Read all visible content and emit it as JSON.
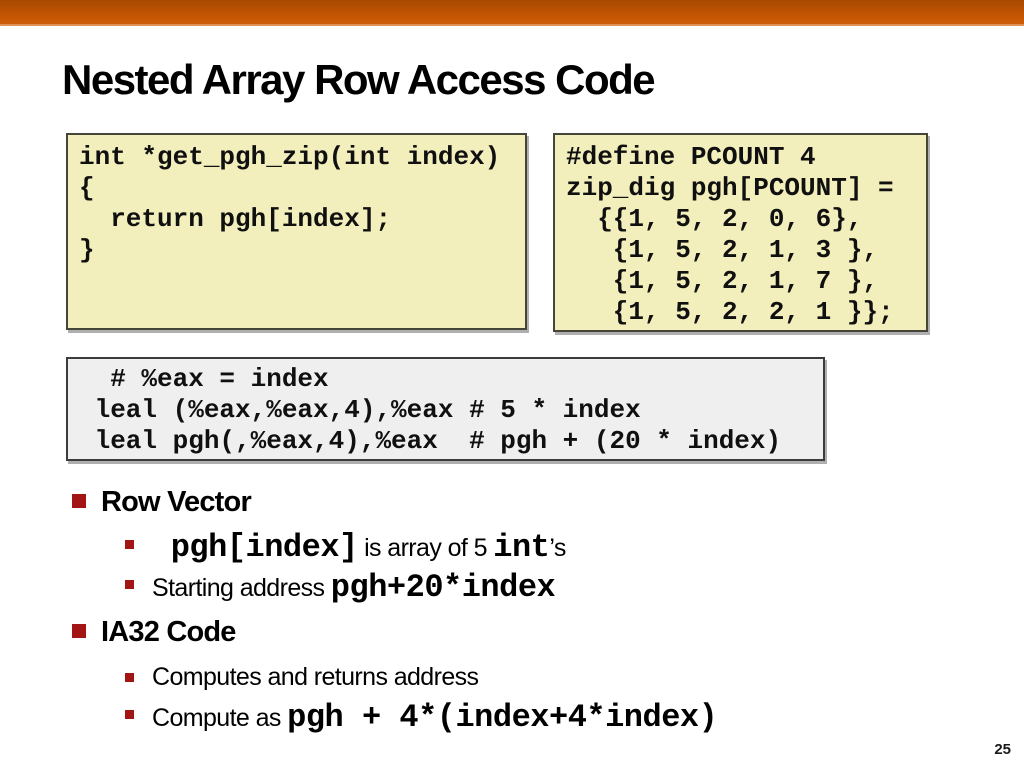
{
  "slide": {
    "title": "Nested Array Row Access Code",
    "page_number": "25"
  },
  "boxes": {
    "c_function": {
      "lines": [
        "int *get_pgh_zip(int index)",
        "{",
        "  return pgh[index];",
        "}"
      ]
    },
    "array_decl": {
      "lines": [
        "#define PCOUNT 4",
        "zip_dig pgh[PCOUNT] =",
        "  {{1, 5, 2, 0, 6},",
        "   {1, 5, 2, 1, 3 },",
        "   {1, 5, 2, 1, 7 },",
        "   {1, 5, 2, 2, 1 }};"
      ]
    },
    "ia32_asm": {
      "lines": [
        "  # %eax = index",
        " leal (%eax,%eax,4),%eax # 5 * index",
        " leal pgh(,%eax,4),%eax  # pgh + (20 * index)"
      ]
    }
  },
  "bullets": [
    {
      "level": 1,
      "segments": [
        {
          "style": "bold",
          "text": "Row Vector"
        }
      ]
    },
    {
      "level": 2,
      "segments": [
        {
          "style": "code",
          "text": " pgh[index]"
        },
        {
          "style": "plain",
          "text": " is array of 5 "
        },
        {
          "style": "code",
          "text": "int"
        },
        {
          "style": "plain",
          "text": "’s"
        }
      ]
    },
    {
      "level": 2,
      "segments": [
        {
          "style": "plain",
          "text": "Starting address "
        },
        {
          "style": "code",
          "text": "pgh+20*index"
        }
      ]
    },
    {
      "level": 1,
      "segments": [
        {
          "style": "bold",
          "text": "IA32 Code"
        }
      ]
    },
    {
      "level": 2,
      "segments": [
        {
          "style": "plain",
          "text": "Computes and returns address"
        }
      ]
    },
    {
      "level": 2,
      "segments": [
        {
          "style": "plain",
          "text": "Compute as "
        },
        {
          "style": "code",
          "text": "pgh + 4*(index+4*index)"
        }
      ]
    }
  ],
  "colors": {
    "header_bar_top": "#a84a02",
    "header_bar_bottom": "#c75603",
    "header_bar_edge": "#de9055",
    "code_box_fill": "#f2efbc",
    "code_box_border": "#45453a",
    "asm_box_fill": "#efefef",
    "asm_box_border": "#3c3c3c",
    "bullet_red": "#a31414",
    "text": "#000000"
  }
}
